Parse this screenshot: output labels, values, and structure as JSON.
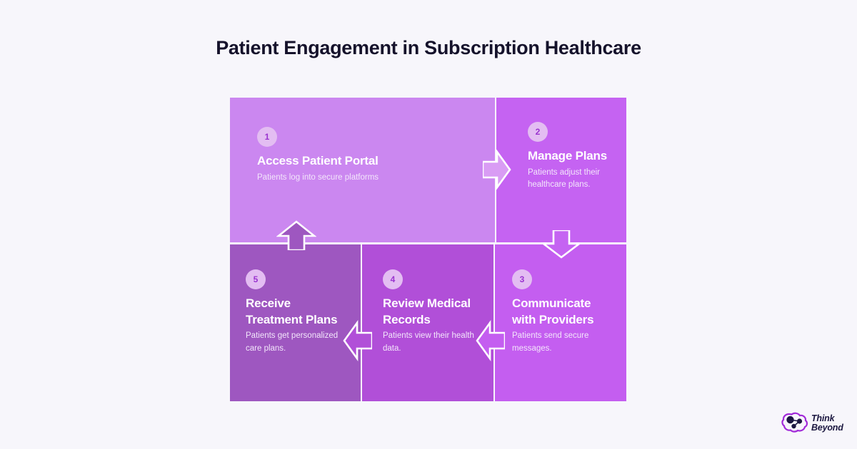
{
  "page": {
    "title": "Patient Engagement in Subscription Healthcare",
    "background_color": "#f7f6fb"
  },
  "diagram": {
    "type": "cycle-flow",
    "cells": [
      {
        "number": "1",
        "title": "Access Patient Portal",
        "description": "Patients log into secure platforms",
        "color": "#cb87f0"
      },
      {
        "number": "2",
        "title": "Manage Plans",
        "description": "Patients adjust their healthcare plans.",
        "color": "#c563f2"
      },
      {
        "number": "3",
        "title": "Communicate with Providers",
        "description": "Patients send secure messages.",
        "color": "#c45ef0"
      },
      {
        "number": "4",
        "title": "Review Medical Records",
        "description": "Patients view their health data.",
        "color": "#b14fd8"
      },
      {
        "number": "5",
        "title": "Receive Treatment Plans",
        "description": "Patients get personalized care plans.",
        "color": "#9e57c0"
      }
    ],
    "arrows": [
      {
        "name": "arrow-1-to-2",
        "direction": "right",
        "fill": "#d99cf4"
      },
      {
        "name": "arrow-2-to-3",
        "direction": "down",
        "fill": "#c563f2"
      },
      {
        "name": "arrow-3-to-4",
        "direction": "left",
        "fill": "#c45ef0"
      },
      {
        "name": "arrow-4-to-5",
        "direction": "left",
        "fill": "#b14fd8"
      },
      {
        "name": "arrow-5-to-1",
        "direction": "up",
        "fill": "#9e57c0"
      }
    ],
    "badge_bg": "#e3bdf2",
    "badge_text_color": "#9a34cf"
  },
  "brand": {
    "line1": "Think",
    "line2": "Beyond",
    "accent_color": "#a12ad8",
    "node_color": "#1b1740"
  }
}
